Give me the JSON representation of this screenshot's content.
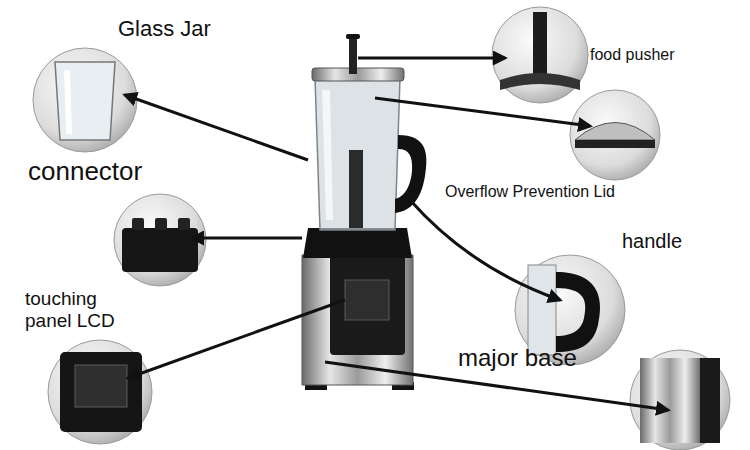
{
  "diagram": {
    "labels": [
      "Glass Jar",
      "food pusher",
      "Overflow Prevention Lid",
      "connector",
      "handle",
      "touching panel LCD",
      "major base"
    ]
  }
}
